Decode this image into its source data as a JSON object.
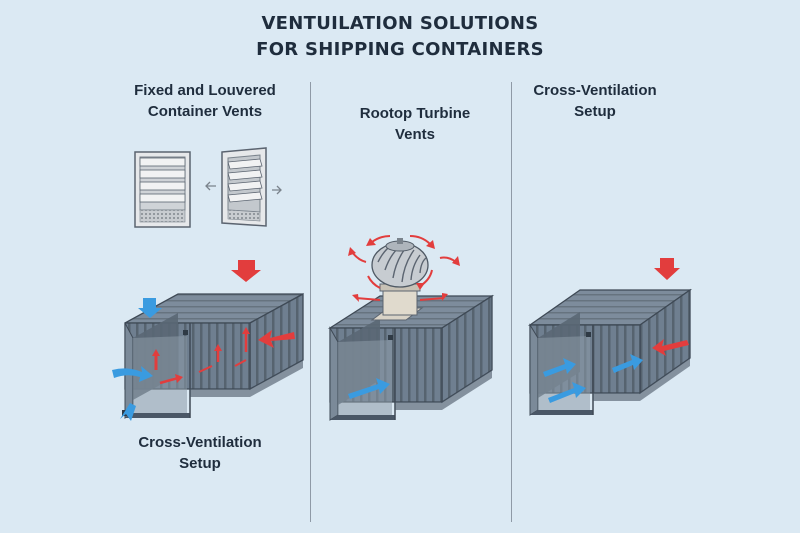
{
  "title": {
    "line1": "VENTUILATION SOLUTIONS",
    "line2": "FOR SHIPPING CONTAINERS"
  },
  "panels": [
    {
      "id": "fixed",
      "heading": "Fixed and Louvered\nContainer Vents",
      "caption": "Cross-Ventilation\nSetup"
    },
    {
      "id": "turbine",
      "heading": "Rootop Turbine\nVents"
    },
    {
      "id": "cross",
      "heading": "Cross-Ventilation\nSetup"
    }
  ],
  "colors": {
    "background": "#dbe9f3",
    "container": "#6f7f90",
    "container_dark": "#4a5766",
    "airflow_in": "#3a9be0",
    "airflow_out": "#e23d3d",
    "vent_frame": "#e6e8ea"
  },
  "icons": [
    "louvered-vent-icon",
    "turbine-vent-icon",
    "shipping-container-icon",
    "airflow-arrow-icon"
  ]
}
